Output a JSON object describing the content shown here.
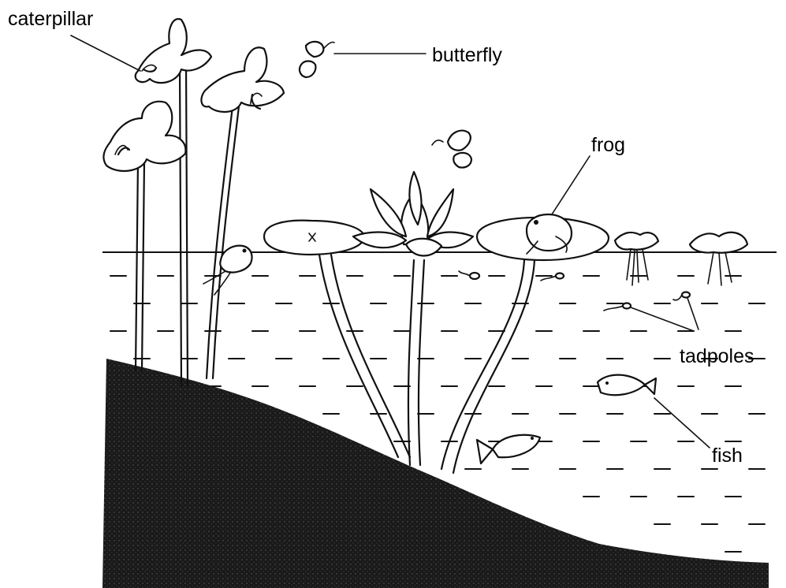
{
  "labels": {
    "caterpillar": "caterpillar",
    "butterfly": "butterfly",
    "frog": "frog",
    "tadpoles": "tadpoles",
    "fish": "fish"
  },
  "colors": {
    "ink": "#111111",
    "soil": "#1a1a1a",
    "paper": "#ffffff"
  }
}
